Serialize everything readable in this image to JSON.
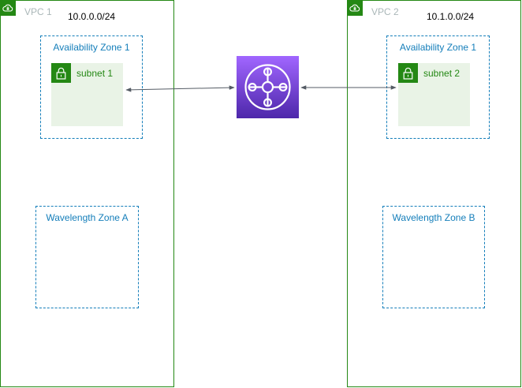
{
  "vpcs": [
    {
      "label": "VPC 1",
      "cidr": "10.0.0.0/24",
      "availability_zone": {
        "label": "Availability Zone 1"
      },
      "subnet": {
        "label": "subnet 1"
      },
      "wavelength_zone": {
        "label": "Wavelength Zone A"
      }
    },
    {
      "label": "VPC 2",
      "cidr": "10.1.0.0/24",
      "availability_zone": {
        "label": "Availability Zone 1"
      },
      "subnet": {
        "label": "subnet 2"
      },
      "wavelength_zone": {
        "label": "Wavelength Zone B"
      }
    }
  ],
  "transit_gateway": {
    "icon": "transit-gateway-icon"
  },
  "colors": {
    "vpc_border": "#248814",
    "zone_border": "#147eba",
    "subnet_fill": "#e9f3e6",
    "connector": "#545b64",
    "tgw_gradient_top": "#a166ff",
    "tgw_gradient_bottom": "#4d27aa"
  }
}
